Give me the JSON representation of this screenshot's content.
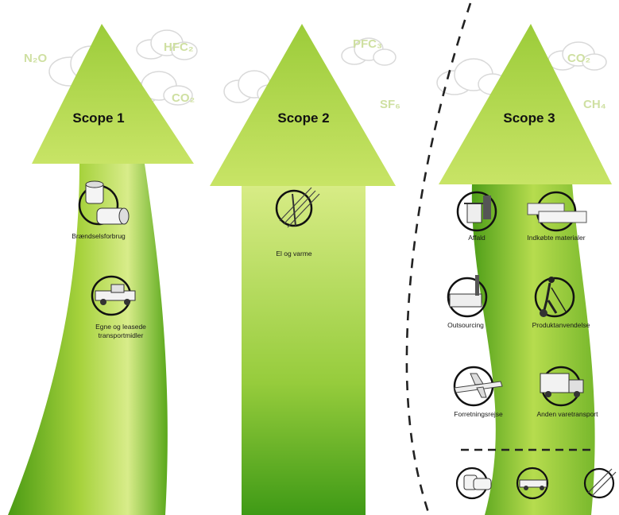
{
  "scopes": [
    {
      "title": "Scope 1",
      "items": [
        "Brændselsforbrug",
        "Egne og leasede",
        "transportmidler"
      ]
    },
    {
      "title": "Scope 2",
      "items": [
        "El og varme"
      ]
    },
    {
      "title": "Scope 3",
      "items": [
        "Affald",
        "Indkøbte materialer",
        "Outsourcing",
        "Produktanvendelse",
        "Forretningsrejse",
        "Anden varetransport"
      ]
    }
  ],
  "gases": [
    "N₂O",
    "HFC₂",
    "CO₂",
    "PFC₃",
    "SF₆",
    "CO₂",
    "CH₄"
  ],
  "colors": {
    "arrow_dark": "#3f8f12",
    "arrow_light": "#c8e05a",
    "gas_text": "#cfe0a2"
  },
  "icons": [
    "barrels-icon",
    "pickup-truck-icon",
    "power-line-icon",
    "trash-bin-icon",
    "materials-icon",
    "factory-icon",
    "person-vacuum-icon",
    "airplane-icon",
    "truck-icon"
  ]
}
